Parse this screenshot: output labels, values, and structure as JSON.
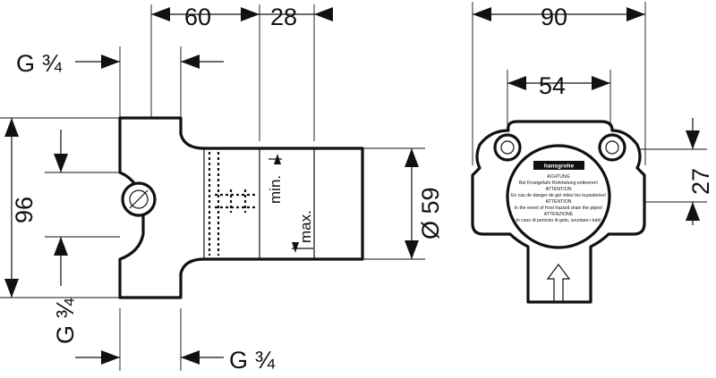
{
  "side_view": {
    "dim_top_1": "60",
    "dim_top_2": "28",
    "dim_height": "96",
    "thread_top": "G ¾",
    "thread_left": "G ¾",
    "thread_bottom": "G ¾",
    "label_min": "min.",
    "label_max": "max.",
    "dim_diameter": "Ø 59"
  },
  "front_view": {
    "dim_width": "90",
    "dim_inner": "54",
    "dim_right": "27",
    "logo": "hansgrohe",
    "warning_lines": [
      "ACHTUNG",
      "Bei Frostgefahr Rohrleitung entleeren!",
      "ATTENTION",
      "En cas de danger de gel videz les tuyauteries!",
      "ATTENTION",
      "In the event of frost hazard drain the pipes!",
      "ATTENZIONE",
      "In caso di pericolo di gelo, svuotare i tubi!"
    ]
  }
}
